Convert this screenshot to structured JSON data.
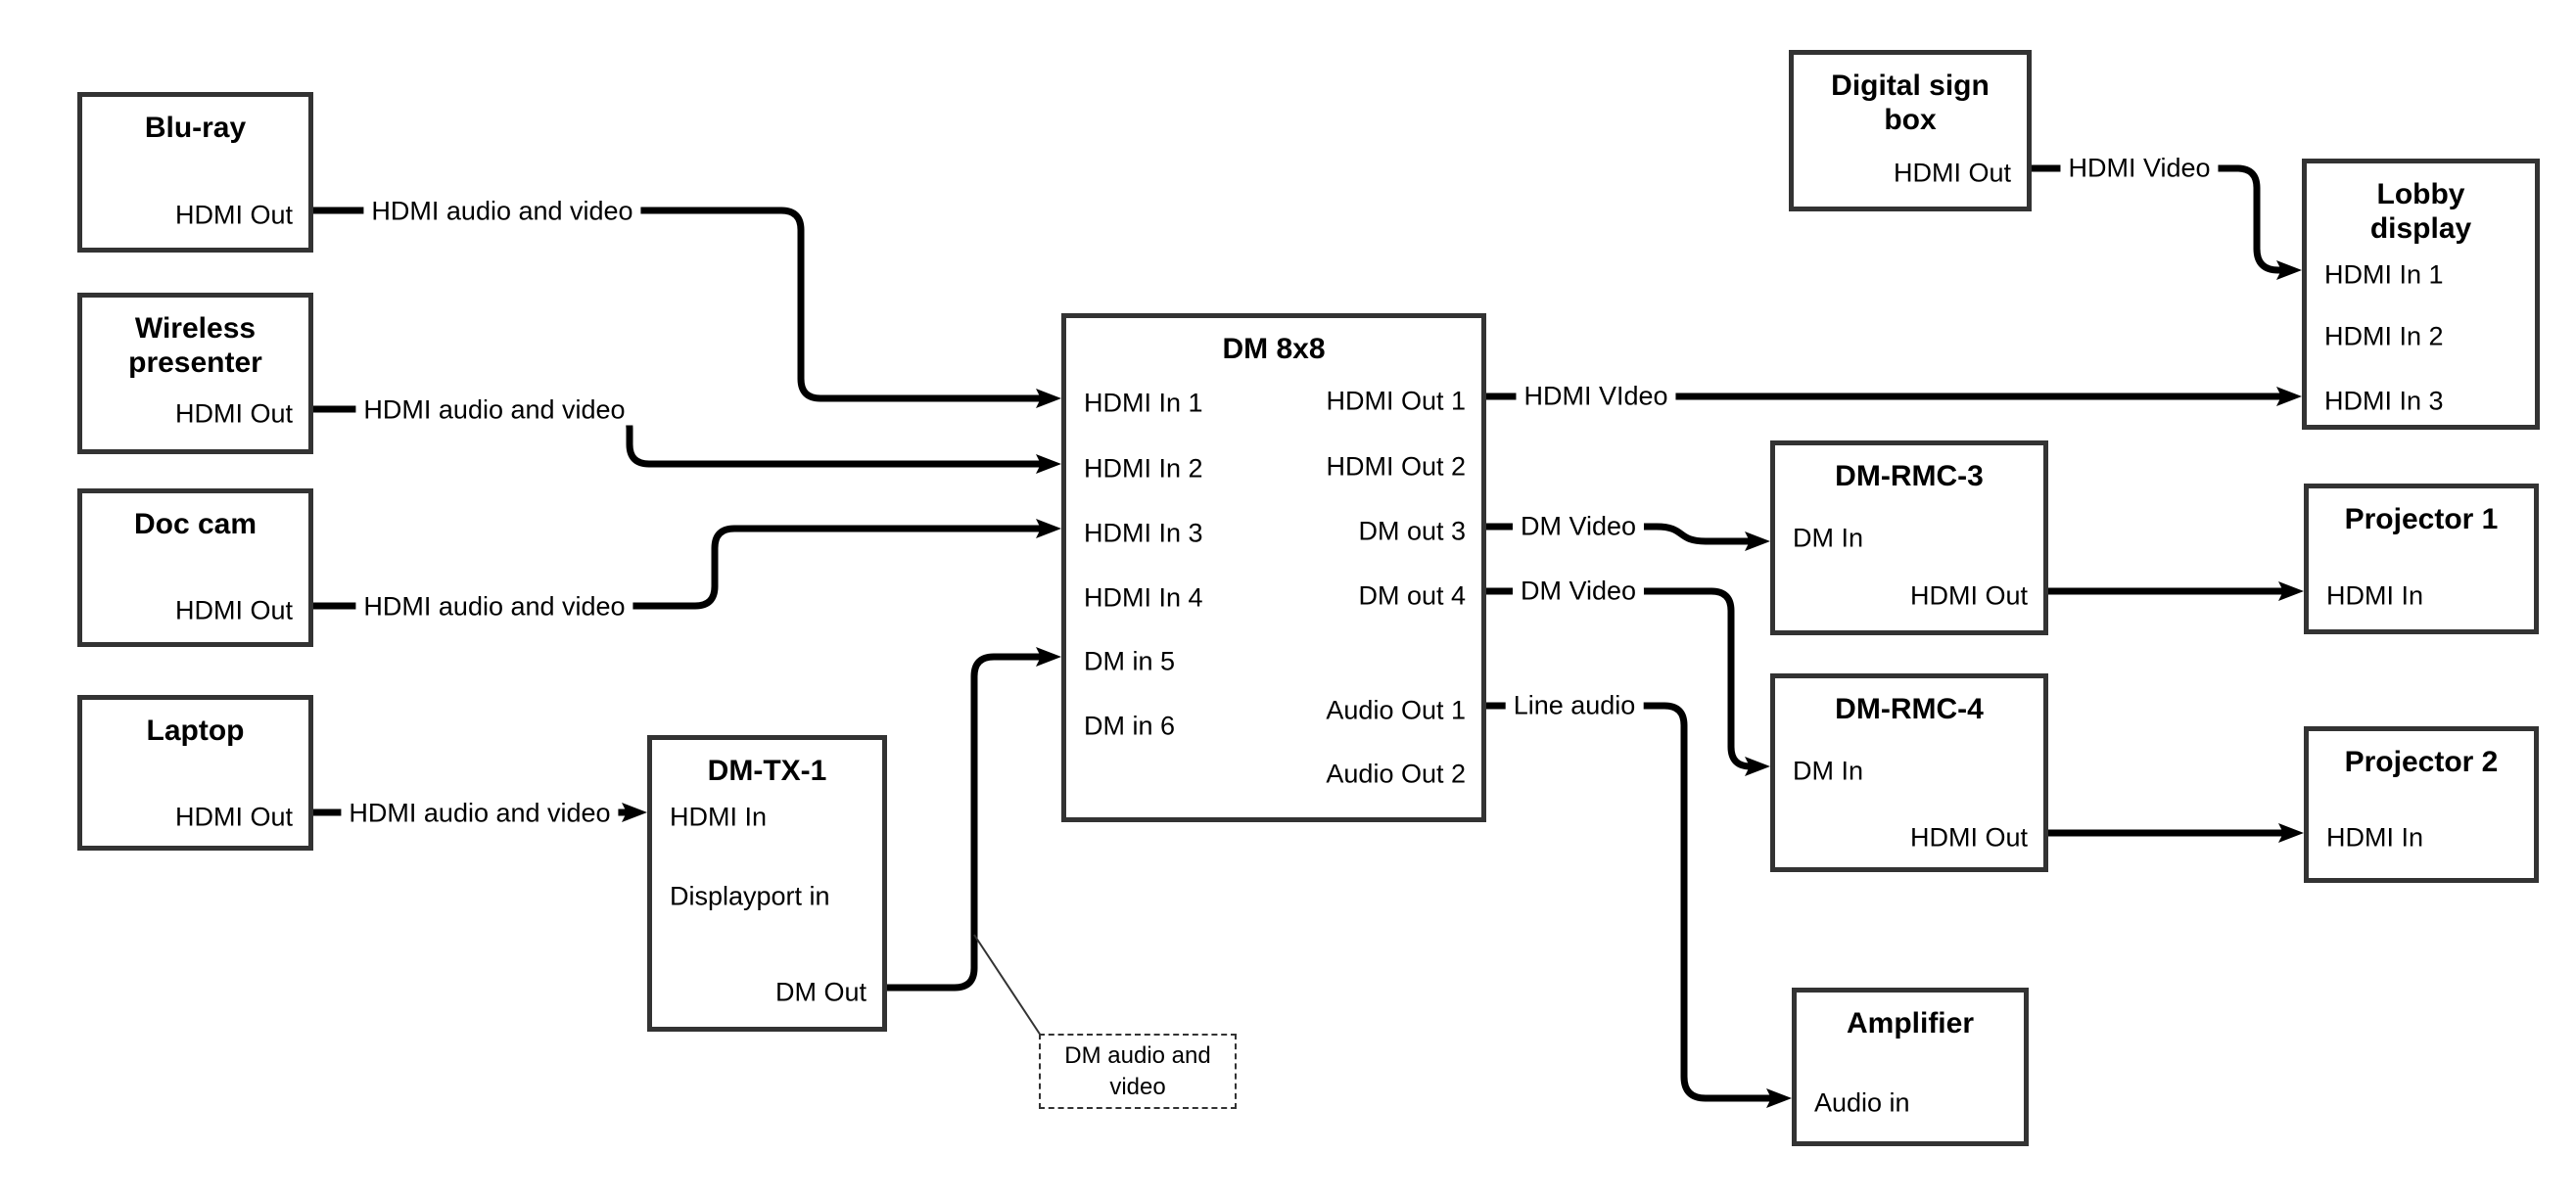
{
  "colors": {
    "wire": "#000000",
    "box_border": "#333333",
    "text": "#000000",
    "background": "#ffffff"
  },
  "boxes": {
    "bluray": {
      "title": "Blu-ray",
      "ports": {
        "hdmi_out": "HDMI Out"
      }
    },
    "wireless_presenter": {
      "title": "Wireless presenter",
      "ports": {
        "hdmi_out": "HDMI Out"
      }
    },
    "doc_cam": {
      "title": "Doc cam",
      "ports": {
        "hdmi_out": "HDMI Out"
      }
    },
    "laptop": {
      "title": "Laptop",
      "ports": {
        "hdmi_out": "HDMI Out"
      }
    },
    "dm_tx_1": {
      "title": "DM-TX-1",
      "ports": {
        "hdmi_in": "HDMI In",
        "displayport_in": "Displayport in",
        "dm_out": "DM Out"
      }
    },
    "dm_8x8": {
      "title": "DM 8x8",
      "ports": {
        "hdmi_in_1": "HDMI In 1",
        "hdmi_in_2": "HDMI In 2",
        "hdmi_in_3": "HDMI In 3",
        "hdmi_in_4": "HDMI In 4",
        "dm_in_5": "DM in 5",
        "dm_in_6": "DM in 6",
        "hdmi_out_1": "HDMI Out 1",
        "hdmi_out_2": "HDMI Out 2",
        "dm_out_3": "DM out 3",
        "dm_out_4": "DM out 4",
        "audio_out_1": "Audio Out 1",
        "audio_out_2": "Audio Out 2"
      }
    },
    "digital_sign_box": {
      "title": "Digital sign box",
      "ports": {
        "hdmi_out": "HDMI Out"
      }
    },
    "lobby_display": {
      "title": "Lobby display",
      "ports": {
        "hdmi_in_1": "HDMI In 1",
        "hdmi_in_2": "HDMI In 2",
        "hdmi_in_3": "HDMI In 3"
      }
    },
    "dm_rmc_3": {
      "title": "DM-RMC-3",
      "ports": {
        "dm_in": "DM In",
        "hdmi_out": "HDMI Out"
      }
    },
    "projector_1": {
      "title": "Projector 1",
      "ports": {
        "hdmi_in": "HDMI In"
      }
    },
    "dm_rmc_4": {
      "title": "DM-RMC-4",
      "ports": {
        "dm_in": "DM In",
        "hdmi_out": "HDMI Out"
      }
    },
    "projector_2": {
      "title": "Projector 2",
      "ports": {
        "hdmi_in": "HDMI In"
      }
    },
    "amplifier": {
      "title": "Amplifier",
      "ports": {
        "audio_in": "Audio in"
      }
    }
  },
  "wire_labels": {
    "bluray_wire": "HDMI audio and video",
    "wireless_wire": "HDMI audio and video",
    "doccam_wire": "HDMI audio and video",
    "laptop_wire": "HDMI audio and video",
    "hdmi_out1_wire": "HDMI VIdeo",
    "dm_out3_wire": "DM Video",
    "dm_out4_wire": "DM Video",
    "audio_out1_wire": "Line audio",
    "digital_sign_wire": "HDMI Video"
  },
  "annotation": {
    "text": "DM audio and video"
  }
}
